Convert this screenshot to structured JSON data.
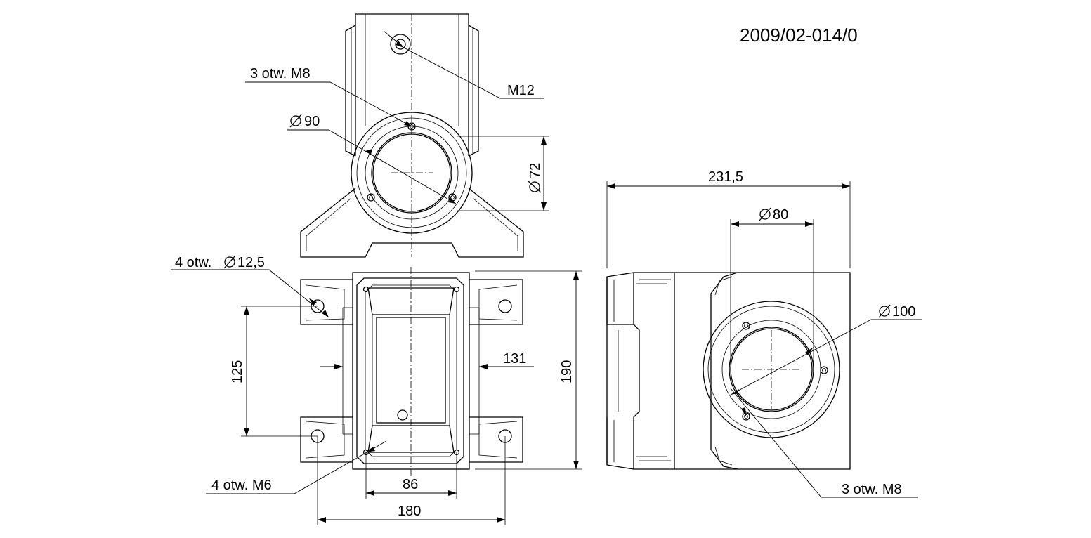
{
  "drawing_number": "2009/02-014/0",
  "labels": {
    "m12": "M12",
    "top_holes_m8": "3 otw. M8",
    "dia90": "90",
    "dia72": "72",
    "holes_12_5": "4 otw. ",
    "holes_12_5_value": "12,5",
    "dim125": "125",
    "dim131": "131",
    "dim190": "190",
    "holes_m6": "4 otw. M6",
    "dim86": "86",
    "dim180": "180",
    "dim231_5": "231,5",
    "dia80": "80",
    "dia100": "100",
    "side_holes_m8": "3 otw. M8"
  },
  "symbols": {
    "diameter": "diameter-symbol"
  }
}
